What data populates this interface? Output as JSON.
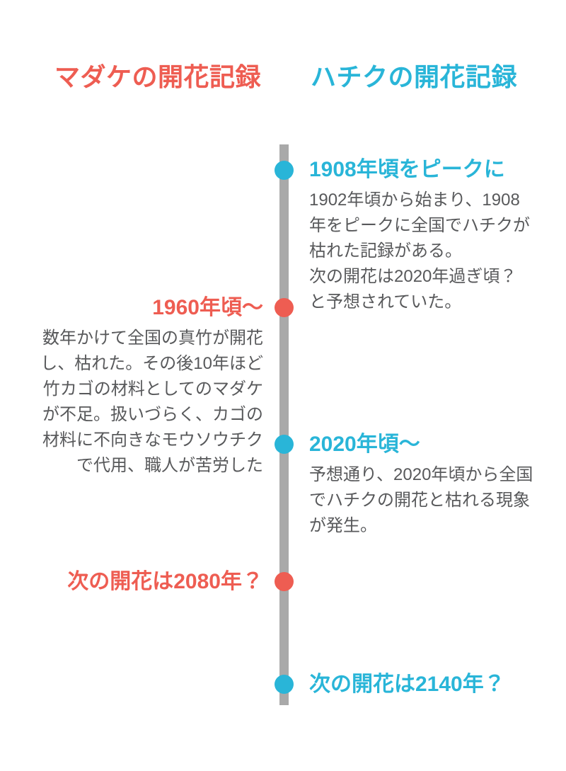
{
  "colors": {
    "madake": "#ee5d52",
    "hachiku": "#29b5d8",
    "timeline_bar": "#a9a9a9",
    "body_text": "#58595b",
    "background": "#ffffff"
  },
  "headers": {
    "madake": "マダケの開花記録",
    "hachiku": "ハチクの開花記録"
  },
  "timeline": {
    "events": [
      {
        "side": "right",
        "species": "hachiku",
        "title": "1908年頃をピークに",
        "body": "1902年頃から始まり、1908\n年をピークに全国でハチクが\n枯れた記録がある。\n次の開花は2020年過ぎ頃？\nと予想されていた。"
      },
      {
        "side": "left",
        "species": "madake",
        "title": "1960年頃〜",
        "body": "数年かけて全国の真竹が開花\nし、枯れた。その後10年ほど\n竹カゴの材料としてのマダケ\nが不足。扱いづらく、カゴの\n材料に不向きなモウソウチク\nで代用、職人が苦労した"
      },
      {
        "side": "right",
        "species": "hachiku",
        "title": "2020年頃〜",
        "body": "予想通り、2020年頃から全国\nでハチクの開花と枯れる現象\nが発生。"
      },
      {
        "side": "left",
        "species": "madake",
        "title": "次の開花は2080年？",
        "body": ""
      },
      {
        "side": "right",
        "species": "hachiku",
        "title": "次の開花は2140年？",
        "body": ""
      }
    ]
  }
}
